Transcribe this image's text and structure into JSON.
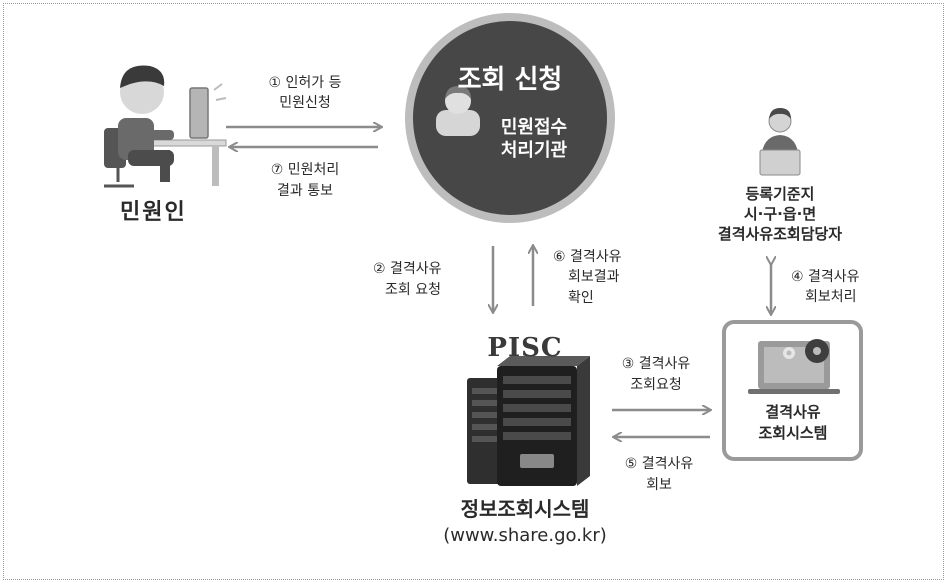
{
  "citizen": {
    "label": "민원인"
  },
  "center": {
    "title": "조회 신청",
    "agency_line1": "민원접수",
    "agency_line2": "처리기관"
  },
  "officer": {
    "line1": "등록기준지",
    "line2": "시·구·읍·면",
    "line3": "결격사유조회담당자"
  },
  "pisc": {
    "logo": "PISC",
    "name": "정보조회시스템",
    "url": "(www.share.go.kr)"
  },
  "lookup": {
    "line1": "결격사유",
    "line2": "조회시스템"
  },
  "steps": {
    "s1": {
      "line1": "① 인허가 등",
      "line2": "민원신청"
    },
    "s7": {
      "line1": "⑦ 민원처리",
      "line2": "결과 통보"
    },
    "s2": {
      "line1": "② 결격사유",
      "line2": "조회 요청"
    },
    "s6": {
      "line1": "⑥ 결격사유",
      "line2": "회보결과",
      "line3": "확인"
    },
    "s4": {
      "line1": "④ 결격사유",
      "line2": "회보처리"
    },
    "s3": {
      "line1": "③ 결격사유",
      "line2": "조회요청"
    },
    "s5": {
      "line1": "⑤ 결격사유",
      "line2": "회보"
    }
  },
  "colors": {
    "arrow": "#8c8c8c",
    "circle": "#474747",
    "circle_ring": "#bdbdbd",
    "box_border": "#9a9a9a"
  }
}
